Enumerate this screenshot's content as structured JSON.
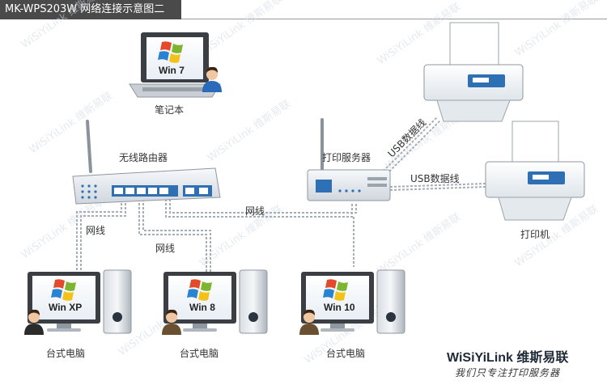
{
  "title": "MK-WPS203W 网络连接示意图二",
  "watermark_text": "WiSiYiLink 维斯易联",
  "brand": {
    "name": "WiSiYiLink 维斯易联",
    "slogan": "我们只专注打印服务器"
  },
  "nodes": {
    "laptop": {
      "label": "笔记本",
      "screen_text": "Win 7"
    },
    "router": {
      "label": "无线路由器"
    },
    "print_server": {
      "label": "打印服务器"
    },
    "printer": {
      "label": "打印机"
    },
    "pc1": {
      "label": "台式电脑",
      "screen_text": "Win XP"
    },
    "pc2": {
      "label": "台式电脑",
      "screen_text": "Win 8"
    },
    "pc3": {
      "label": "台式电脑",
      "screen_text": "Win 10"
    }
  },
  "links": {
    "net1": "网线",
    "net2": "网线",
    "net3": "网线",
    "usb_upper": "USB数据线",
    "usb_lower": "USB数据线"
  },
  "colors": {
    "title_bg": "#4a4a4a",
    "device_blue": "#2f6fb3",
    "cable_grey": "#9aa4ad"
  }
}
